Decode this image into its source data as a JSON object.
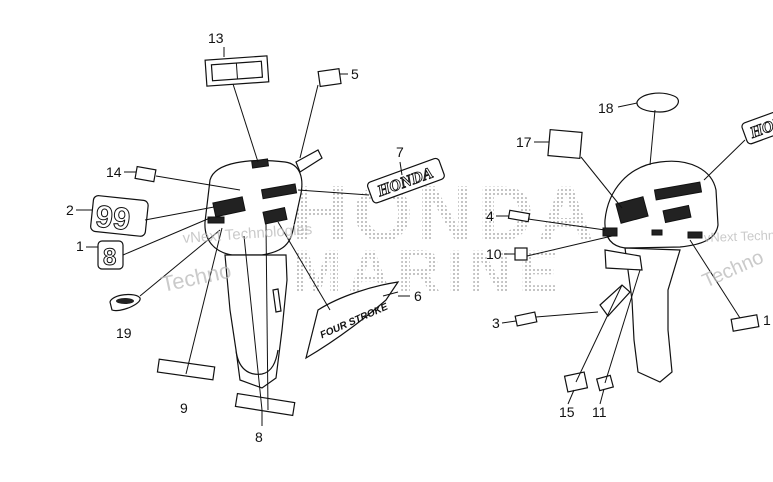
{
  "brand_lettering": [
    "HONDA",
    "MARINE"
  ],
  "watermark": [
    "vNext Technologies",
    "Techno"
  ],
  "callouts": [
    "13",
    "5",
    "7",
    "14",
    "2",
    "1",
    "19",
    "9",
    "8",
    "6",
    "18",
    "17",
    "4",
    "10",
    "3",
    "15",
    "11",
    "1"
  ],
  "decal_text": [
    "HONDA",
    "99",
    "8",
    "FOUR STROKE",
    "HON"
  ]
}
